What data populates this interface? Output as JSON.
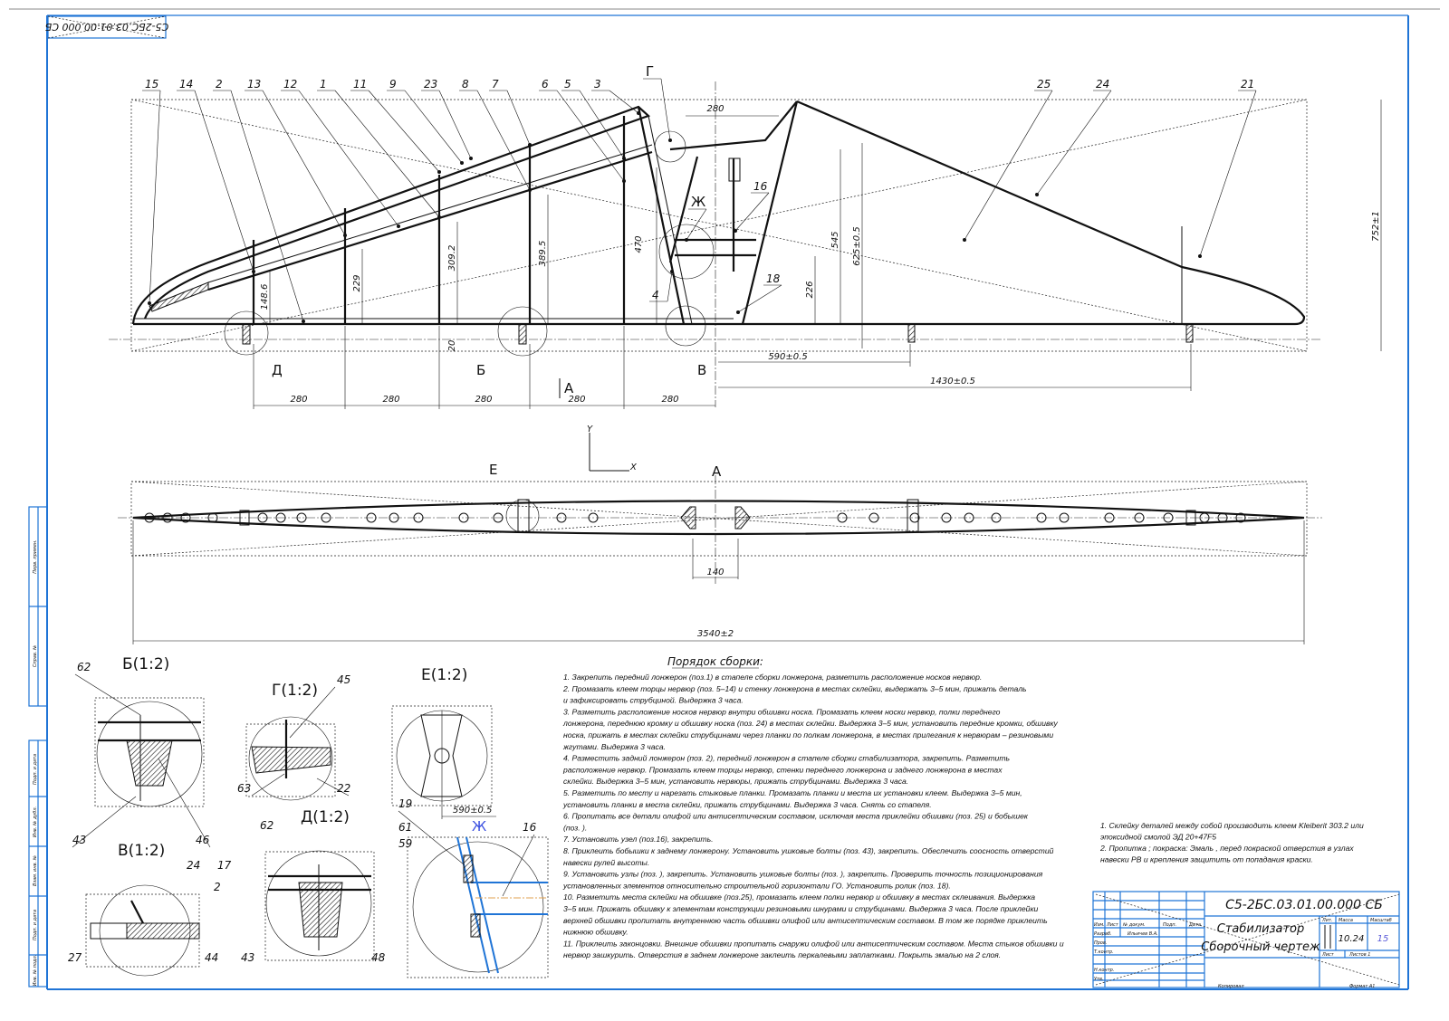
{
  "drawing": {
    "code": "С5-2БС.03.01.00.000 СБ",
    "code_mirrored": "С5-2БС.03.01.00.000 СБ",
    "frame_color": "#1f74d6"
  },
  "side_view": {
    "callouts": [
      "15",
      "14",
      "2",
      "13",
      "12",
      "1",
      "11",
      "9",
      "23",
      "8",
      "7",
      "6",
      "5",
      "3",
      "Г",
      "25",
      "24",
      "21",
      "16",
      "Ж",
      "4",
      "18"
    ],
    "view_letters": [
      "Д",
      "Б",
      "В",
      "А"
    ],
    "dims": {
      "top_spacing": "280",
      "rib_spacing": [
        "280",
        "280",
        "280",
        "280",
        "280"
      ],
      "h1": "148.6",
      "h2": "229",
      "h3": "309.2",
      "h4": "389.5",
      "h5": "470",
      "h_545": "545",
      "h_625": "625±0.5",
      "h_226": "226",
      "h_752": "752±1",
      "low_20": "20",
      "d_590": "590±0.5",
      "d_1430": "1430±0.5"
    }
  },
  "plan_view": {
    "axis_y": "Y",
    "axis_x": "X",
    "label_e": "Е",
    "label_a": "А",
    "dim_140": "140",
    "dim_span": "3540±2"
  },
  "details": {
    "b": {
      "title": "Б(1:2)",
      "callouts": [
        "62",
        "43",
        "46"
      ]
    },
    "g": {
      "title": "Г(1:2)",
      "callouts": [
        "45",
        "63",
        "22"
      ]
    },
    "e": {
      "title": "Е(1:2)",
      "dim": "590±0.5"
    },
    "v": {
      "title": "В(1:2)",
      "callouts": [
        "24",
        "17",
        "2",
        "27",
        "44"
      ]
    },
    "d": {
      "title": "Д(1:2)",
      "callouts": [
        "62",
        "43",
        "48"
      ]
    },
    "zh": {
      "title": "Ж",
      "callouts": [
        "19",
        "61",
        "59",
        "16"
      ]
    }
  },
  "assembly": {
    "title": "Порядок сборки:",
    "lines": [
      "1. Закрепить передний лонжерон (поз.1) в стапеле сборки лонжерона, разметить расположение носков нервюр.",
      "2. Промазать клеем торцы нервюр (поз. 5–14) и стенку лонжерона в местах склейки, выдержать 3–5 мин, прижать деталь",
      "   и зафиксировать струбциной. Выдержка 3 часа.",
      "3. Разметить расположение носков нервюр внутри обшивки носка. Промазать клеем носки нервюр, полки переднего",
      "лонжерона, переднюю кромку и обшивку носка (поз. 24) в местах склейки. Выдержка 3–5 мин, установить передние кромки, обшивку",
      "   носка, прижать в местах склейки струбцинами через планки по полкам лонжерона, в местах прилегания к нервюрам – резиновыми",
      "   жгутами. Выдержка 3 часа.",
      "4. Разместить задний лонжерон (поз. 2), передний лонжерон в стапеле сборки стабилизатора, закрепить. Разметить",
      "расположение нервюр. Промазать клеем торцы нервюр, стенки переднего лонжерона и заднего лонжерона в местах",
      "склейки. Выдержка 3–5 мин, установить нервюры, прижать струбцинами. Выдержка 3 часа.",
      "5. Разметить по месту и нарезать стыковые планки. Промазать планки и места их установки клеем. Выдержка 3–5 мин,",
      "установить планки в места склейки, прижать струбцинами. Выдержка 3 часа. Снять со стапеля.",
      "6. Пропитать все детали олифой или антисептическим составом, исключая места приклейки обшивки (поз. 25) и бобышек",
      "(поз.   ).",
      "7.  Установить узел (поз.16), закрепить.",
      "8. Приклеить бобышки к заднему лонжерону. Установить ушковые болты (поз. 43), закрепить. Обеспечить соосность отверстий",
      "навески рулей высоты.",
      "9. Установить узлы (поз.    ), закрепить. Установить ушковые болты (поз.    ), закрепить. Проверить точность позиционирования",
      "установленных элементов относительно строительной горизонтали ГО. Установить ролик (поз. 18).",
      "10. Разметить места склейки на обшивке (поз.25), промазать клеем полки нервюр и обшивку в местах склеивания. Выдержка",
      "3–5 мин. Прижать обшивку к элементам конструкции резиновыми шнурами и струбцинами. Выдержка 3 часа. После приклейки",
      "верхней обшивки пропитать внутреннюю часть обшивки олифой или антисептическим составом. В том же порядке приклеить",
      "нижнюю обшивку.",
      "11. Приклеить законцовки. Внешние обшивки пропитать снаружи олифой или антисептическим составом. Места стыков обшивки и",
      "нервюр зашкурить. Отверстия в заднем лонжероне заклеить перкалевыми заплатками. Покрыть эмалью на 2 слоя."
    ]
  },
  "notes": {
    "lines": [
      "1. Склейку деталей между собой производить клеем Kleiberit 303.2 или",
      "эпоксидной смолой ЭД 20+47F5",
      "2. Пропитка      ; покраска: Эмаль , перед покраской отверстия в узлах",
      "навески РВ и крепления защитить от попадания краски."
    ]
  },
  "title_block": {
    "code": "С5-2БС.03.01.00.000 СБ",
    "name_line1": "Стабилизатор",
    "name_line2": "Сборочный чертеж",
    "col_headers": [
      "Изм.",
      "Лист",
      "№ докум.",
      "Подп.",
      "Дата"
    ],
    "roles": [
      "Разраб.",
      "Пров.",
      "Т.контр.",
      "",
      "Н.контр.",
      "Утв."
    ],
    "developer": "Ильичев В.А.",
    "lit_label": "Лит.",
    "mass_label": "Масса",
    "scale_label": "Масштаб",
    "mass": "10.24",
    "scale": "15",
    "sheet_label": "Лист",
    "sheets_label": "Листов 1",
    "copied": "Копировал",
    "format": "Формат А1"
  },
  "margin": {
    "labels": [
      "Перв. примен.",
      "Справ. №",
      "Подп. и дата",
      "Инв. № дубл.",
      "Взам. инв. №",
      "Подп. и дата",
      "Инв. № подл."
    ]
  }
}
